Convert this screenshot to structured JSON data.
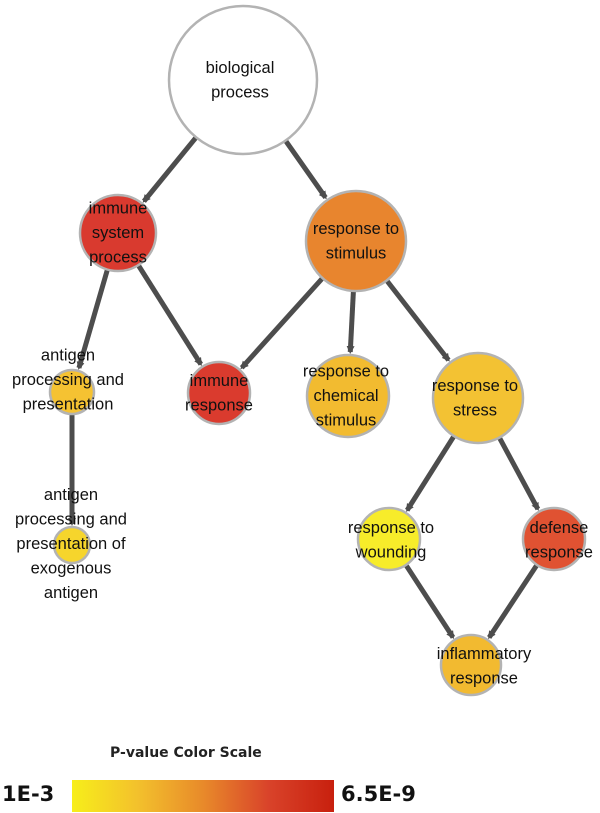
{
  "nodes": {
    "biological_process": {
      "lines": [
        "biological",
        "process"
      ],
      "color": "#ffffff"
    },
    "immune_system_process": {
      "lines": [
        "immune",
        "system",
        "process"
      ],
      "color": "#d93a2f"
    },
    "response_to_stimulus": {
      "lines": [
        "response to",
        "stimulus"
      ],
      "color": "#e8852e"
    },
    "antigen_processing": {
      "lines": [
        "antigen",
        "processing and",
        "presentation"
      ],
      "color": "#f5c232"
    },
    "immune_response": {
      "lines": [
        "immune",
        "response"
      ],
      "color": "#da3b2e"
    },
    "response_to_chemical": {
      "lines": [
        "response to",
        "chemical",
        "stimulus"
      ],
      "color": "#f2bb30"
    },
    "response_to_stress": {
      "lines": [
        "response to",
        "stress"
      ],
      "color": "#f3c233"
    },
    "antigen_exogenous": {
      "lines": [
        "antigen",
        "processing and",
        "presentation of",
        "exogenous",
        "antigen"
      ],
      "color": "#f6d52c"
    },
    "response_to_wounding": {
      "lines": [
        "response to",
        "wounding"
      ],
      "color": "#f7ec2a"
    },
    "defense_response": {
      "lines": [
        "defense",
        "response"
      ],
      "color": "#e05232"
    },
    "inflammatory_response": {
      "lines": [
        "inflammatory",
        "response"
      ],
      "color": "#f2ba30"
    }
  },
  "edges": [
    [
      "biological_process",
      "immune_system_process"
    ],
    [
      "biological_process",
      "response_to_stimulus"
    ],
    [
      "immune_system_process",
      "antigen_processing"
    ],
    [
      "immune_system_process",
      "immune_response"
    ],
    [
      "response_to_stimulus",
      "immune_response"
    ],
    [
      "response_to_stimulus",
      "response_to_chemical"
    ],
    [
      "response_to_stimulus",
      "response_to_stress"
    ],
    [
      "antigen_processing",
      "antigen_exogenous"
    ],
    [
      "response_to_stress",
      "response_to_wounding"
    ],
    [
      "response_to_stress",
      "defense_response"
    ],
    [
      "response_to_wounding",
      "inflammatory_response"
    ],
    [
      "defense_response",
      "inflammatory_response"
    ]
  ],
  "legend": {
    "title": "P-value Color Scale",
    "min_label": "1E-3",
    "max_label": "6.5E-9",
    "min_color": "#f7ee1a",
    "max_color": "#c8200e"
  },
  "colors": {
    "edge": "#4d4d4d",
    "node_border": "#b3b3b3"
  }
}
